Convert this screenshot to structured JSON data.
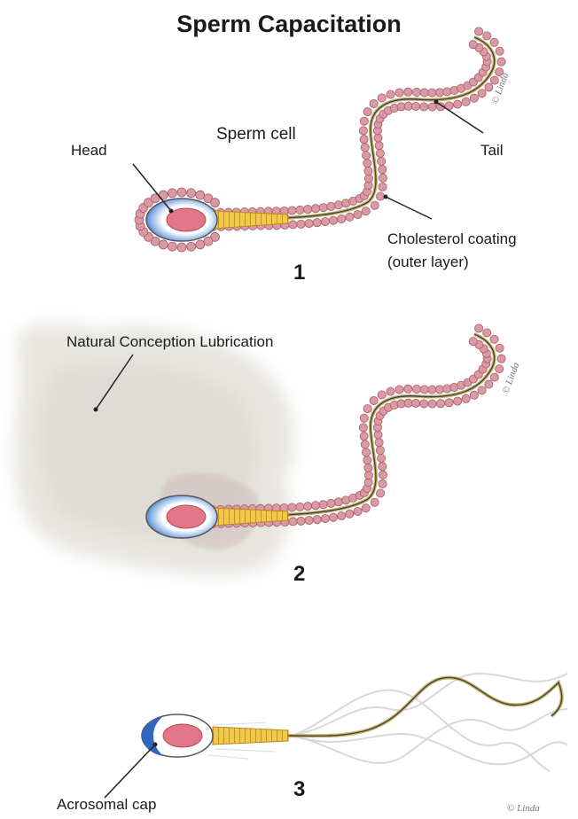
{
  "title": "Sperm Capacitation",
  "labels": {
    "sperm_cell": "Sperm cell",
    "head": "Head",
    "tail": "Tail",
    "cholesterol_line1": "Cholesterol coating",
    "cholesterol_line2": "(outer layer)",
    "lubrication": "Natural Conception Lubrication",
    "acrosomal_cap": "Acrosomal cap"
  },
  "panels": [
    "1",
    "2",
    "3"
  ],
  "colors": {
    "beads": "#d99aa4",
    "bead_stroke": "#a85a68",
    "nucleus": "#e27586",
    "acrosome": "#2f68c0",
    "midpiece": "#e8b830",
    "tail_line": "#b8a060",
    "lubricant": "#e8e6e2"
  }
}
